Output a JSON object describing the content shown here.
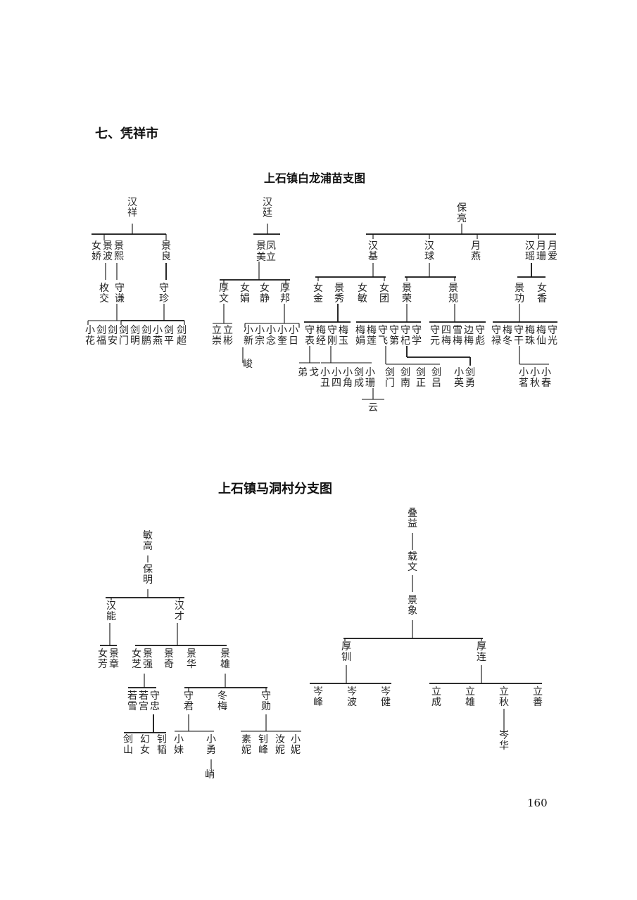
{
  "section_heading": "七、凭祥市",
  "chart1_title": "上石镇白龙浦苗支图",
  "chart2_title": "上石镇马洞村分支图",
  "page_number": "160",
  "names": {
    "hanxiang": "汉\n祥",
    "hanting": "汉\n廷",
    "baoliang": "保\n亮",
    "nv_jiao": "女\n娇",
    "jingbo": "景\n波",
    "jingxi": "景\n熙",
    "jingliang": "景\n良",
    "jingfeng": "景凤",
    "meili": "美立",
    "hanji": "汉\n基",
    "hanqiu": "汉\n球",
    "yueyan": "月\n燕",
    "hanyao": "汉\n瑶",
    "yueshan": "月\n珊",
    "yueai": "月\n爱",
    "meijiao": "枚\n交",
    "shouqian": "守\n谦",
    "shouzhen": "守\n珍",
    "houwen": "厚\n文",
    "nvjuan": "女\n娟",
    "nvjing": "女\n静",
    "houbang": "厚\n邦",
    "nvjin": "女\n金",
    "jingxiu": "景\n秀",
    "nvmin": "女\n敏",
    "nvtuan": "女\n团",
    "jingrong": "景\n荣",
    "jinggui": "景\n规",
    "jinggong": "景\n功",
    "nvxiang": "女\n香",
    "g1_a": "小\n花",
    "g1_b": "剑\n福",
    "g1_c": "剑\n安",
    "g1_d": "剑\n门",
    "g1_e": "剑\n明",
    "g1_f": "剑\n鹏",
    "g1_g": "小\n燕",
    "g1_h": "剑\n平",
    "g1_i": "剑\n超",
    "g2_a": "立\n崇",
    "g2_b": "立\n彬",
    "g2_c": "小\n新",
    "g2_d": "小\n宗",
    "g2_e": "小\n念",
    "g2_f": "小\n奎",
    "g2_g": "小\n日",
    "xun": "峻",
    "g3_a": "守\n表",
    "g3_b": "梅\n经",
    "g3_c": "守\n刚",
    "g3_d": "梅\n玉",
    "g3_e": "梅\n娟",
    "g3_f": "梅\n莲",
    "g3_g": "守\n飞",
    "g3_h": "守\n第",
    "g3_i": "守\n杞",
    "g3_j": "守\n学",
    "g3_k": "守\n元",
    "g3_l": "四\n梅",
    "g3_m": "雪\n梅",
    "g3_n": "边\n梅",
    "g3_o": "守\n彪",
    "g3_p": "守\n禄",
    "g3_q": "梅\n冬",
    "g3_r": "守\n干",
    "g3_s": "梅\n珠",
    "g3_t": "梅\n仙",
    "g3_u": "守\n光",
    "g4_a": "弟",
    "g4_b": "戈",
    "g4_c": "小\n丑",
    "g4_d": "小\n四",
    "g4_e": "小\n角",
    "g4_f": "剑\n成",
    "g4_g": "小\n珊",
    "g4_h": "剑\n门",
    "g4_i": "剑\n南",
    "g4_j": "剑\n正",
    "g4_k": "剑\n吕",
    "g4_l": "小\n英",
    "g4_m": "剑\n勇",
    "g4_n": "小\n茗",
    "g4_o": "小\n秋",
    "g4_p": "小\n春",
    "yun": "云",
    "mingao": "敏\n高",
    "baoming": "保\n明",
    "hanneng": "汉\n能",
    "hancai": "汉\n才",
    "nv_fang": "女\n芳",
    "jingzhang": "景\n章",
    "nv_zhi": "女\n芝",
    "jingqiang": "景\n强",
    "jingqi": "景\n奇",
    "jinghua": "景\n华",
    "jingzhuang": "景\n雄",
    "ruoxue": "若\n雪",
    "ruogong": "若\n宫",
    "shouzhong": "守\n忠",
    "shoujun": "守\n君",
    "dongmei": "冬\n梅",
    "shouxun": "守\n勋",
    "jianshan": "剑\n山",
    "huannv": "幻\n女",
    "zhaotao": "钊\n韬",
    "xiaomei": "小\n妹",
    "xiaoyong": "小\n勇",
    "qiao": "峭",
    "suni": "素\n妮",
    "zhaofeng": "钊\n峰",
    "runi": "汝\n妮",
    "xiaoni": "小\n妮",
    "dieyi": "叠\n益",
    "zaiwen": "载\n文",
    "jingxiang": "景\n象",
    "houzhao": "厚\n钏",
    "houlian": "厚\n连",
    "cenfeng": "岑\n峰",
    "cenbo": "岑\n波",
    "cenjian": "岑\n健",
    "licheng": "立\n成",
    "lixiong": "立\n雄",
    "liqiu": "立\n秋",
    "lishan": "立\n善",
    "cenhua": "岑\n华"
  }
}
